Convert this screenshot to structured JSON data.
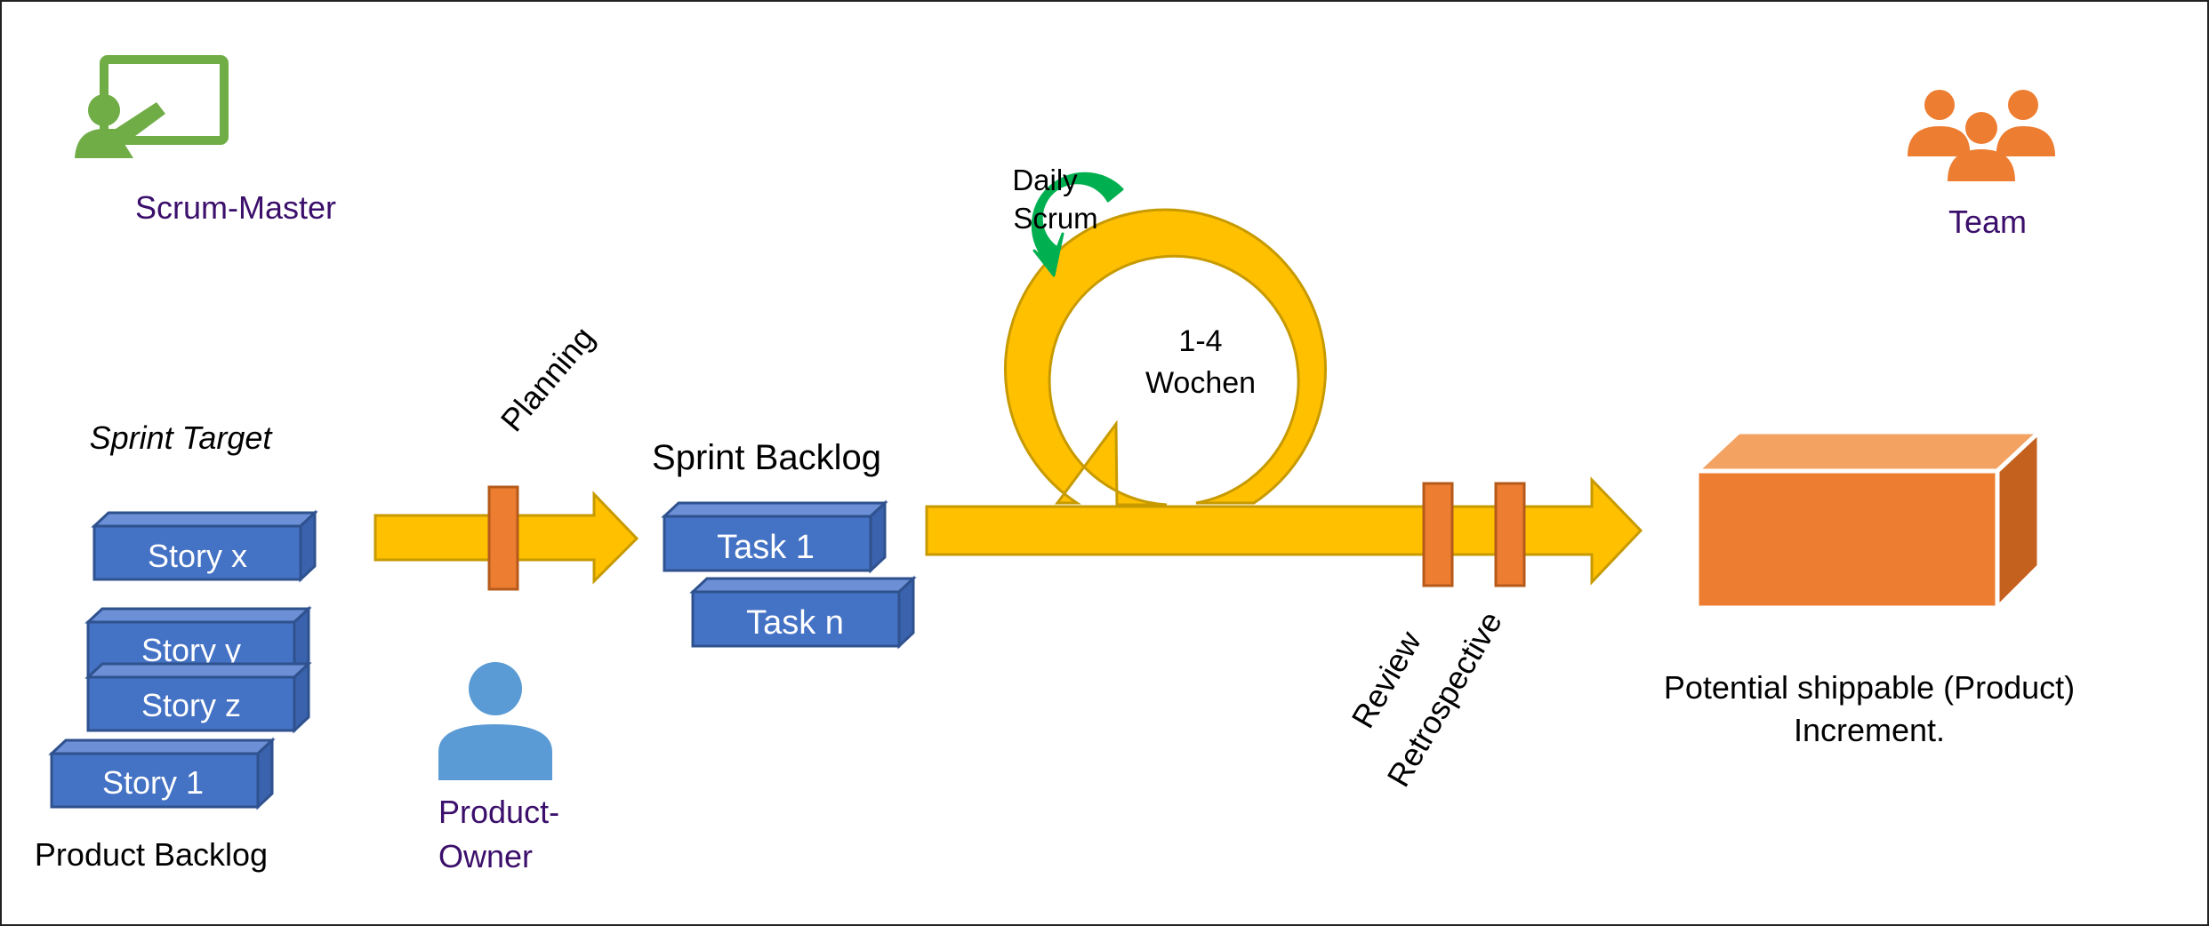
{
  "roles": {
    "scrum_master": "Scrum-Master",
    "team": "Team",
    "product_owner_line1": "Product-",
    "product_owner_line2": "Owner"
  },
  "labels": {
    "sprint_target": "Sprint Target",
    "planning": "Planning",
    "sprint_backlog": "Sprint Backlog",
    "product_backlog": "Product Backlog",
    "daily_scrum_line1": "Daily",
    "daily_scrum_line2": "Scrum",
    "sprint_length_line1": "1-4",
    "sprint_length_line2": "Wochen",
    "review": "Review",
    "retrospective": "Retrospective",
    "increment_line1": "Potential shippable (Product)",
    "increment_line2": "Increment."
  },
  "stories": [
    "Story x",
    "Story y",
    "Story z",
    "Story 1"
  ],
  "tasks": [
    "Task 1",
    "Task n"
  ],
  "colors": {
    "role_text": "#3b0f6b",
    "story_fill": "#4472c4",
    "story_stroke": "#2f528f",
    "arrow_fill": "#ffc000",
    "arrow_stroke": "#c79a00",
    "gate_fill": "#ed7d31",
    "gate_stroke": "#b55a1a",
    "daily_scrum": "#00b050",
    "scrum_master_icon": "#70ad47",
    "team_icon": "#ed7d31",
    "product_owner_icon": "#5b9bd5",
    "box_front": "#ed7d31",
    "box_top": "#f4a261",
    "box_side": "#c4611e"
  },
  "icons": {
    "scrum_master": "presenter-icon",
    "team": "team-icon",
    "product_owner": "person-icon"
  }
}
